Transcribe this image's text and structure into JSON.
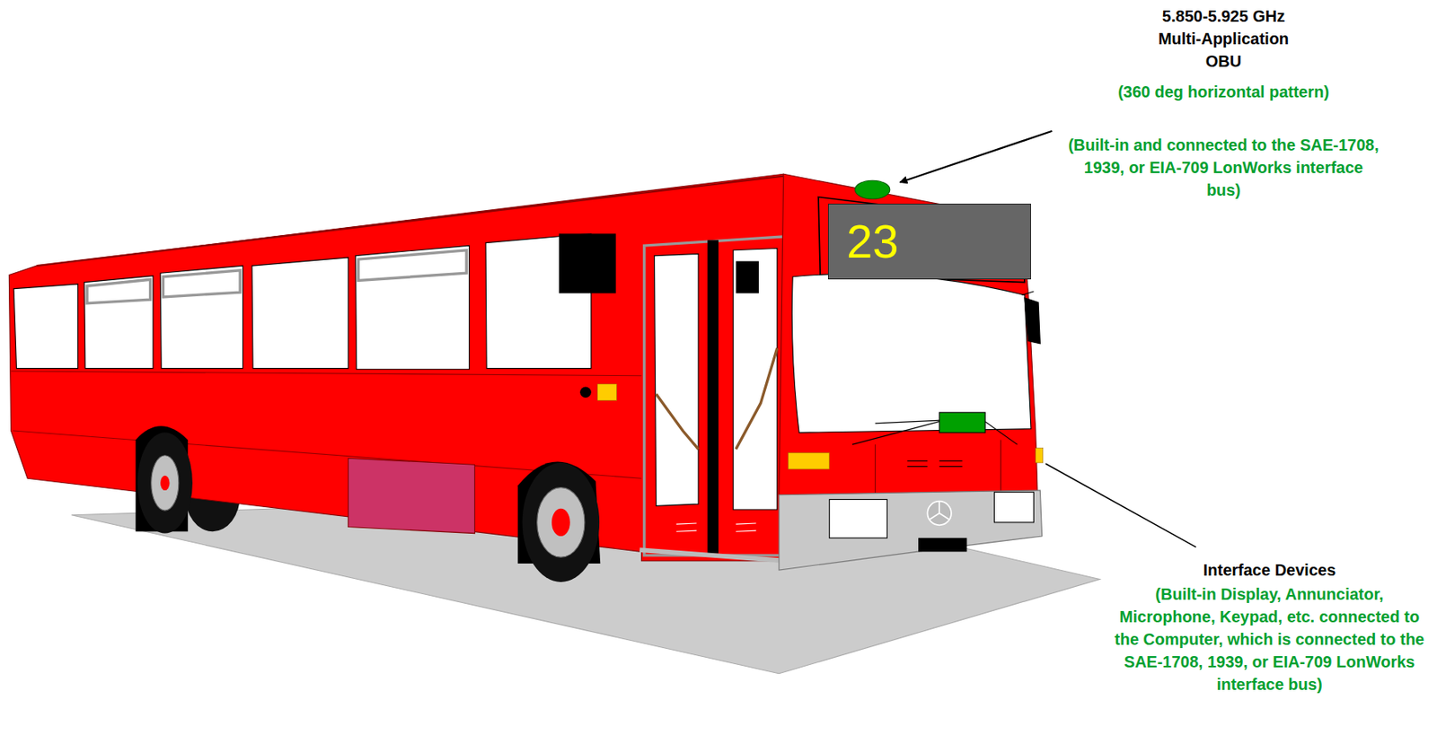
{
  "diagram": {
    "nodes": [
      {
        "text": [
          "23"
        ]
      }
    ],
    "labels": [
      "5.850-5.925 GHz Multi-Application OBU",
      "(360 deg horizontal pattern)",
      "(Built-in and connected to the SAE-1708, 1939, or EIA-709 LonWorks interface bus)",
      "Interface Devices",
      "(Built-in Display, Annunciator, Microphone, Keypad, etc. connected to the Computer, which is connected to the SAE-1708, 1939, or EIA-709 LonWorks interface bus)"
    ]
  }
}
